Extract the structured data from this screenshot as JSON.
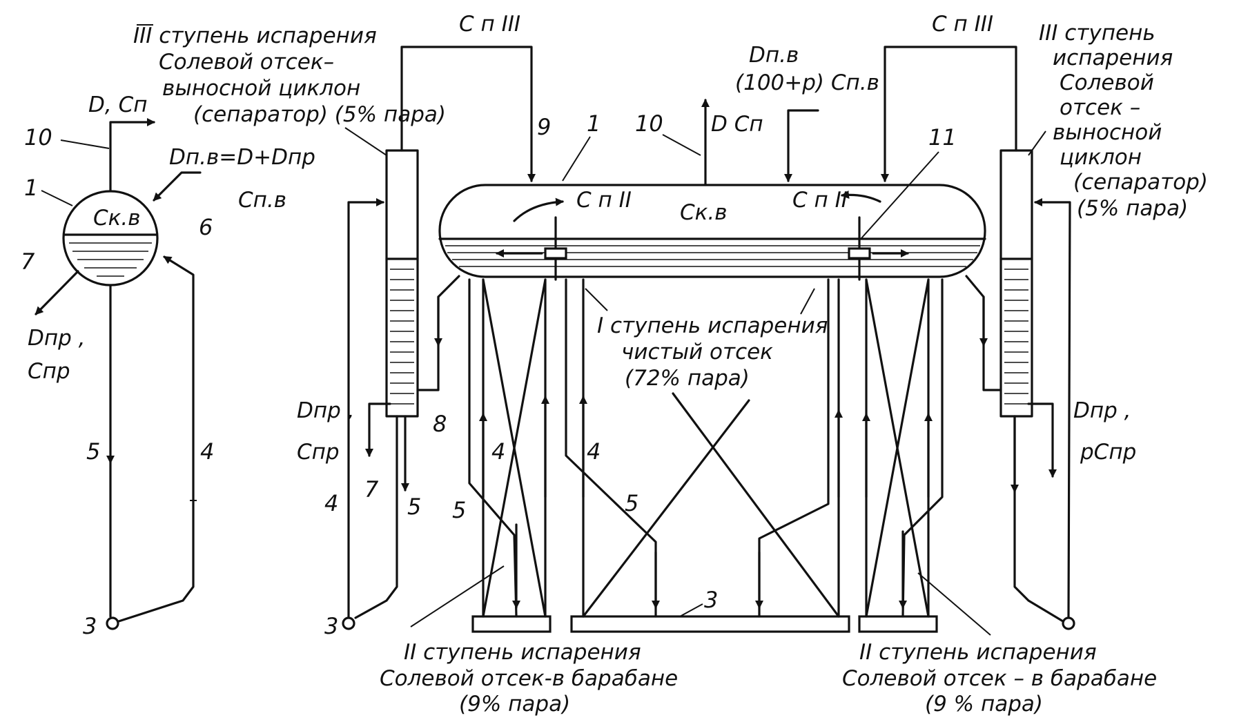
{
  "labels": {
    "left_stage3": [
      "III ступень испарения",
      "Солевой отсек–",
      "выносной циклон",
      "(сепаратор) (5% пара)"
    ],
    "right_stage3": [
      "III ступень",
      "испарения",
      "Солевой",
      "отсек –",
      "выносной",
      "циклон",
      "(сепаратор)",
      "(5% пара)"
    ],
    "stage1": [
      "I ступень испарения",
      "чистый отсек",
      "(72% пара)"
    ],
    "stage2_left": [
      "II ступень испарения",
      "Солевой отсек-в барабане",
      "(9% пара)"
    ],
    "stage2_right": [
      "II ступень испарения",
      "Солевой отсек – в барабане",
      "(9 % пара)"
    ],
    "feed_eq": "Dп.в=D+Dпр",
    "feed_conc": "Cп.в",
    "steam_out_left": "D, Cп",
    "blowdown_left": [
      "Dпр ,",
      "Cпр"
    ],
    "blowdown_mid": [
      "Dпр ,",
      "Cпр"
    ],
    "blowdown_right": [
      "Dпр ,",
      "pCпр"
    ],
    "feed_top": [
      "Dп.в",
      "(100+p) Cп.в"
    ],
    "steam_top": "D Cп",
    "c_boiler_left": "Cк.в",
    "c_boiler_drum": "Cк.в",
    "c2_left": "C п II",
    "c2_right": "C п II",
    "c3_left": "C п III",
    "c3_right": "C п III"
  },
  "numbers": {
    "n1": "1",
    "n3": "3",
    "n4": "4",
    "n5": "5",
    "n6": "6",
    "n7": "7",
    "n8": "8",
    "n9": "9",
    "n10": "10",
    "n11": "11"
  }
}
